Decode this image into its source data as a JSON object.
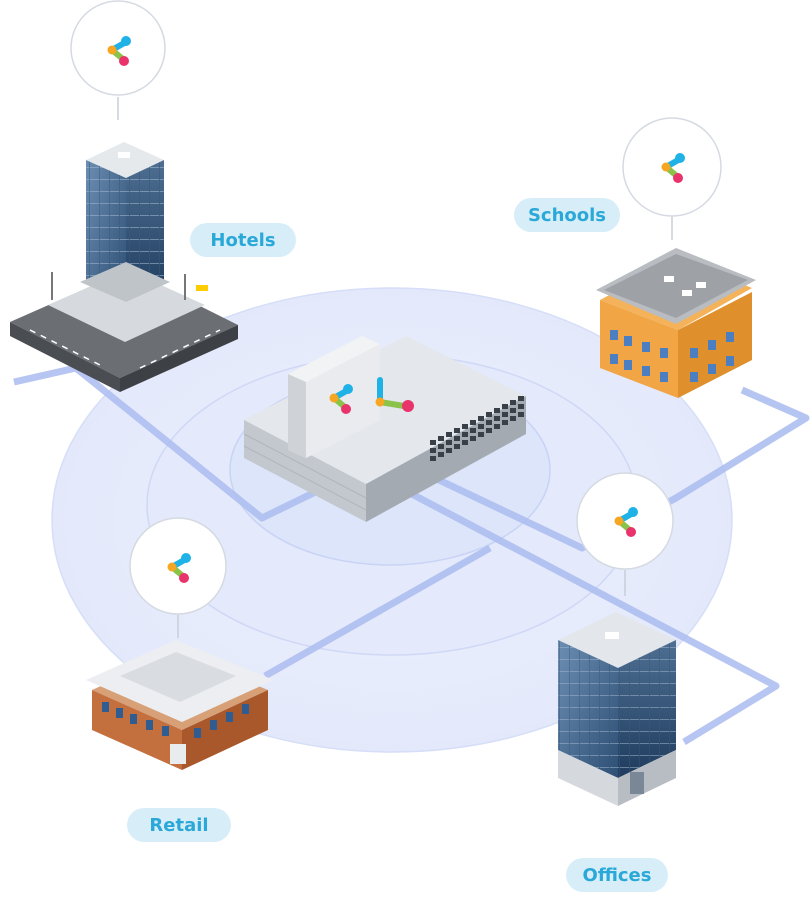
{
  "colors": {
    "accent_blue": "#2aa8d8",
    "pill_bg": "#d7eef9",
    "network_line": "#aebff0",
    "logo_cyan": "#1fb2e6",
    "logo_green": "#8bc34a",
    "logo_orange": "#f5a623",
    "logo_pink": "#e8336b"
  },
  "labels": {
    "hotels": "Hotels",
    "schools": "Schools",
    "retail": "Retail",
    "offices": "Offices"
  },
  "icons": {
    "hub": "network-switch-icon",
    "node": "brand-logo-icon"
  }
}
